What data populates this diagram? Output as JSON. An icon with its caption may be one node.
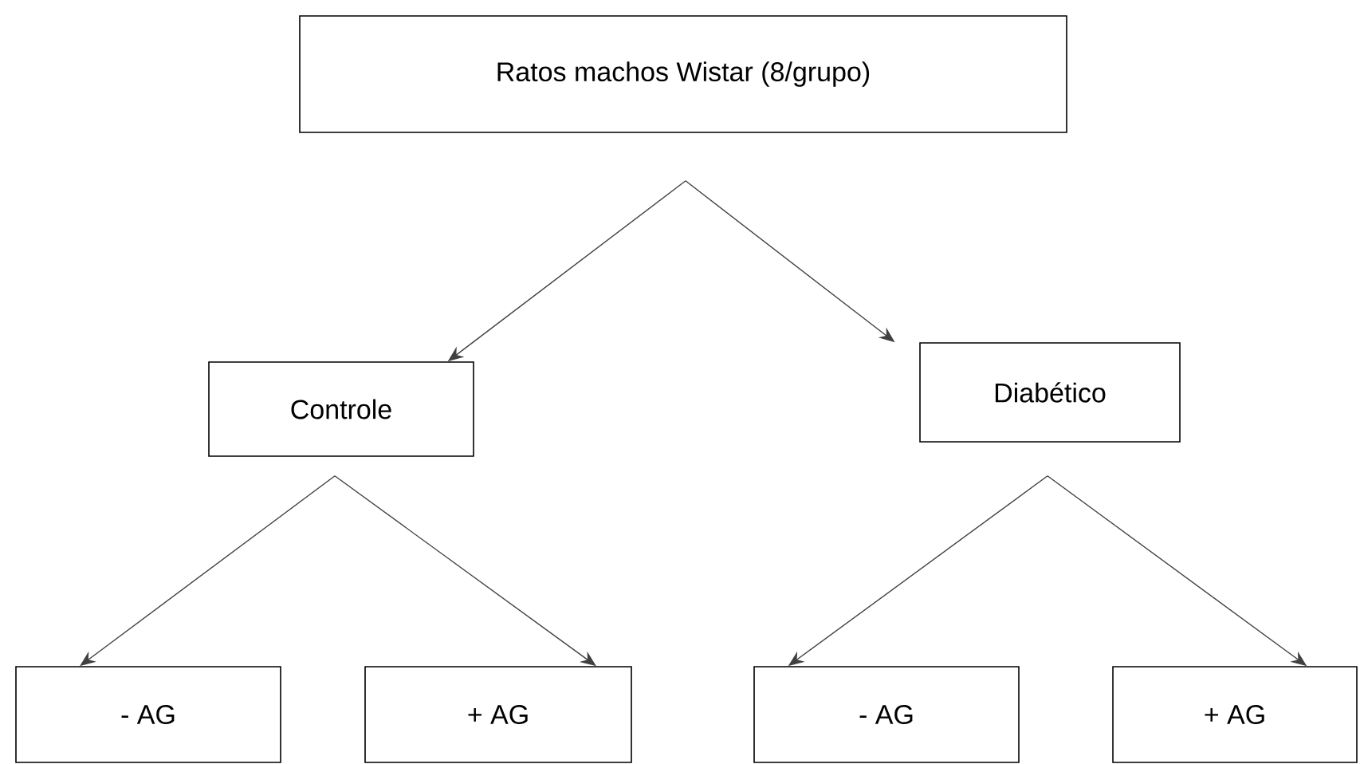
{
  "diagram": {
    "nodes": [
      {
        "text": [
          "Ratos machos Wistar (8/grupo)"
        ]
      },
      {
        "text": [
          "Controle"
        ]
      },
      {
        "text": [
          "Diabético"
        ]
      },
      {
        "text": [
          "- AG"
        ]
      },
      {
        "text": [
          "+ AG"
        ]
      },
      {
        "text": [
          "- AG"
        ]
      },
      {
        "text": [
          "+ AG"
        ]
      }
    ],
    "edges": [
      {
        "from": 0,
        "to": 1,
        "arrow": "to"
      },
      {
        "from": 0,
        "to": 2,
        "arrow": "to"
      },
      {
        "from": 1,
        "to": 3,
        "arrow": "to"
      },
      {
        "from": 1,
        "to": 4,
        "arrow": "to"
      },
      {
        "from": 2,
        "to": 5,
        "arrow": "to"
      },
      {
        "from": 2,
        "to": 6,
        "arrow": "to"
      }
    ]
  }
}
